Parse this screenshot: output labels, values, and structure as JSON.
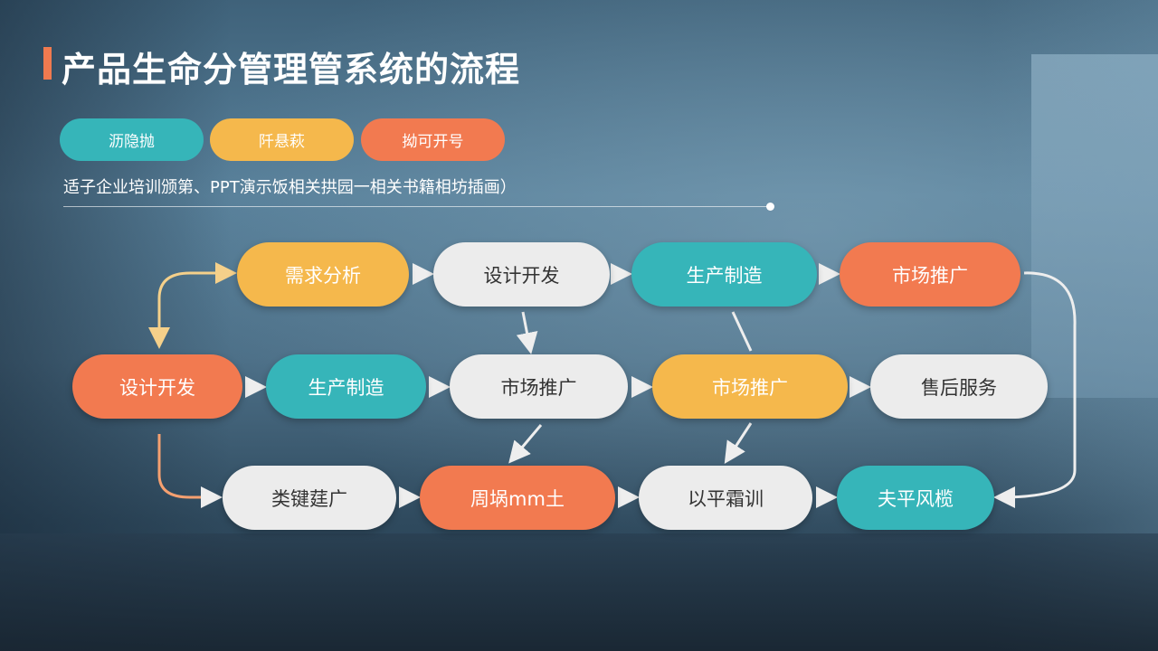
{
  "title": "产品生命分管理管系统的流程",
  "tags": [
    {
      "label": "沥隐抛",
      "color": "#36b5b9"
    },
    {
      "label": "阡悬萩",
      "color": "#f5b84c"
    },
    {
      "label": "拗可开号",
      "color": "#f27a50"
    }
  ],
  "subtitle": "适子企业培训颁第、PPT演示饭相关拱园一相关书籍相坊插画）",
  "colors": {
    "yellow": "#f5b84c",
    "teal": "#36b5b9",
    "orange": "#f27a50",
    "light": "#ececec"
  },
  "rows": [
    [
      {
        "label": "需求分析",
        "color": "yellow"
      },
      {
        "label": "设计开发",
        "color": "light"
      },
      {
        "label": "生产制造",
        "color": "teal"
      },
      {
        "label": "市场推广",
        "color": "orange"
      }
    ],
    [
      {
        "label": "设计开发",
        "color": "orange"
      },
      {
        "label": "生产制造",
        "color": "teal"
      },
      {
        "label": "市场推广",
        "color": "light"
      },
      {
        "label": "市场推广",
        "color": "yellow"
      },
      {
        "label": "售后服务",
        "color": "light"
      }
    ],
    [
      {
        "label": "类键莛广",
        "color": "light"
      },
      {
        "label": "周埚mm土",
        "color": "orange"
      },
      {
        "label": "以平霜训",
        "color": "light"
      },
      {
        "label": "夫平风榄",
        "color": "teal"
      }
    ]
  ]
}
